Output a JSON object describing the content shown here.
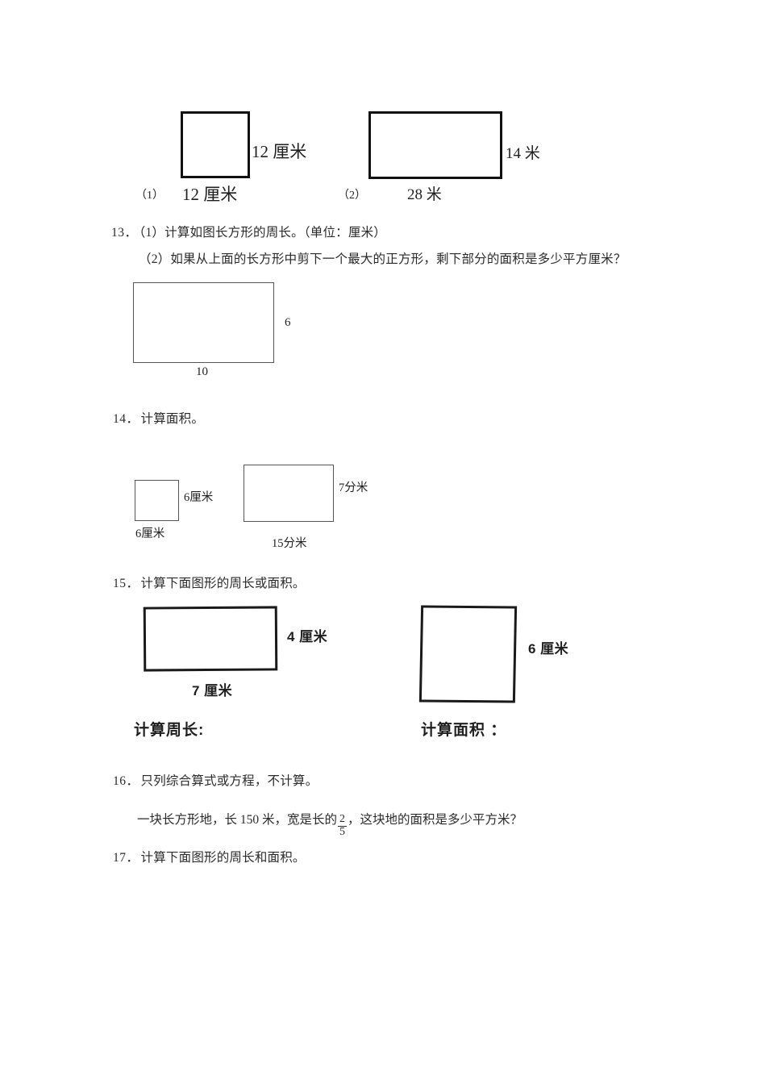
{
  "document": {
    "type": "math-worksheet",
    "language": "zh-CN",
    "page_background": "#ffffff"
  },
  "top_figures": {
    "item1": {
      "marker": "（1）",
      "shape": "square",
      "right_label": "12 厘米",
      "bottom_label": "12 厘米"
    },
    "item2": {
      "marker": "（2）",
      "shape": "rectangle",
      "right_label": "14 米",
      "bottom_label": "28 米"
    }
  },
  "problems": [
    {
      "number": "13．",
      "lines": [
        "（1）计算如图长方形的周长。（单位：厘米）",
        "（2）如果从上面的长方形中剪下一个最大的正方形，剩下部分的面积是多少平方厘米？"
      ],
      "figure": {
        "shape": "rectangle",
        "right_label": "6",
        "bottom_label": "10"
      }
    },
    {
      "number": "14．",
      "lines": [
        "计算面积。"
      ],
      "figures": [
        {
          "shape": "square",
          "right_label": "6厘米",
          "bottom_label": "6厘米"
        },
        {
          "shape": "rectangle",
          "right_label": "7分米",
          "bottom_label": "15分米"
        }
      ]
    },
    {
      "number": "15．",
      "lines": [
        "计算下面图形的周长或面积。"
      ],
      "figures": [
        {
          "shape": "rectangle",
          "right_label": "4 厘米",
          "bottom_label": "7 厘米",
          "task_label": "计算周长:"
        },
        {
          "shape": "square",
          "right_label": "6 厘米",
          "task_label": "计算面积 ："
        }
      ]
    },
    {
      "number": "16．",
      "lines": [
        "只列综合算式或方程，不计算。"
      ],
      "word_problem": {
        "prefix": "一块长方形地，长 150 米，宽是长的",
        "fraction": {
          "numerator": "2",
          "denominator": "5"
        },
        "suffix": "，这块地的面积是多少平方米？"
      }
    },
    {
      "number": "17．",
      "lines": [
        "计算下面图形的周长和面积。"
      ]
    }
  ]
}
